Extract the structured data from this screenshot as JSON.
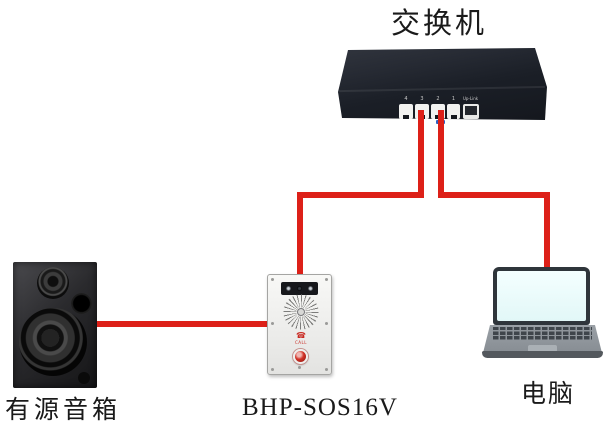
{
  "nodes": {
    "switch": {
      "label": "交换机",
      "ports": [
        "4",
        "3",
        "2",
        "1",
        "Up-Link"
      ]
    },
    "speaker": {
      "label": "有源音箱"
    },
    "intercom": {
      "label": "BHP-SOS16V",
      "button_text": "CALL",
      "phone_glyph": "☎"
    },
    "laptop": {
      "label": "电脑"
    }
  },
  "connections": [
    {
      "from": "交换机",
      "to": "BHP-SOS16V",
      "via_port": "3"
    },
    {
      "from": "交换机",
      "to": "电脑",
      "via_port": "2"
    },
    {
      "from": "BHP-SOS16V",
      "to": "有源音箱"
    }
  ],
  "colors": {
    "cable": "#dd2018",
    "switch_body": "#1d2129",
    "background": "#ffffff"
  }
}
